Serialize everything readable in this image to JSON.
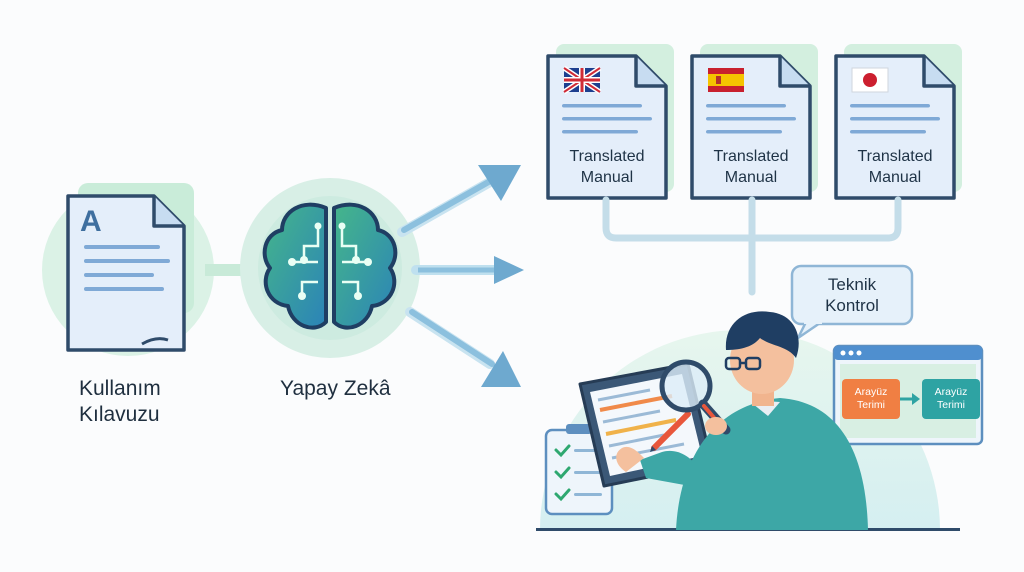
{
  "source": {
    "glyph": "A",
    "label_line1": "Kullanım",
    "label_line2": "Kılavuzu"
  },
  "ai": {
    "label": "Yapay Zekâ"
  },
  "outputs": [
    {
      "flag": "uk-flag-icon",
      "line1": "Translated",
      "line2": "Manual"
    },
    {
      "flag": "spain-flag-icon",
      "line1": "Translated",
      "line2": "Manual"
    },
    {
      "flag": "japan-flag-icon",
      "line1": "Translated",
      "line2": "Manual"
    }
  ],
  "review": {
    "bubble_line1": "Teknik",
    "bubble_line2": "Kontrol",
    "term_source": "Arayüz Terimi",
    "term_target": "Arayüz Terimi"
  },
  "colors": {
    "doc_border": "#2f4b6a",
    "doc_fill": "#e4eefa",
    "accent_green": "#d9f1e3",
    "arrow": "#6ea9cf",
    "brain": "#2f8f88",
    "term_source": "#f07f43",
    "term_target": "#2ea3a3",
    "check": "#2ea870"
  }
}
